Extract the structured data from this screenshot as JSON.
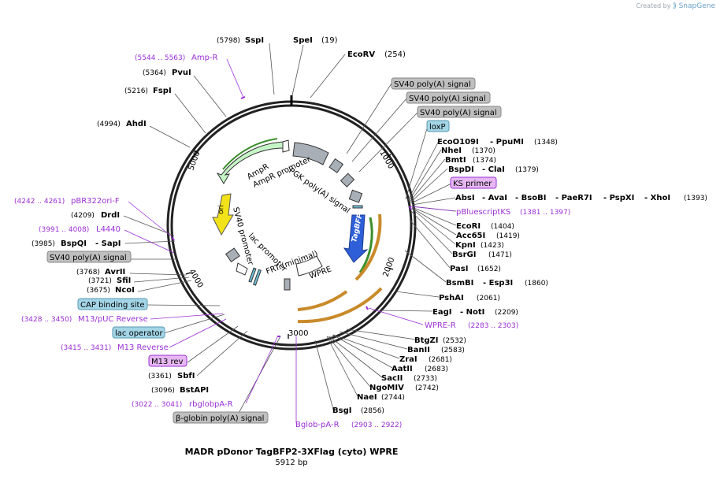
{
  "brand": {
    "created_by": "Created by",
    "app": "SnapGene"
  },
  "plasmid": {
    "name": "MADR pDonor TagBFP2-3XFlag (cyto) WPRE",
    "size_label": "5912 bp"
  },
  "ruler": [
    "1000",
    "2000",
    "3000",
    "4000",
    "5000"
  ],
  "colors": {
    "enzyme": "#000000",
    "primer": "#9b30d6",
    "misc_box": "#bfbfbf",
    "teal_box": "#a3d5e6",
    "purple_box": "#e6b7f2",
    "tagbfp": "#2e5fd8",
    "ori": "#f2e21a",
    "ampr": "#c6f5c6"
  },
  "features_inside": [
    {
      "name": "AmpR promoter",
      "curved": true
    },
    {
      "name": "AmpR",
      "curved": true
    },
    {
      "name": "PGK poly(A) signal",
      "curved": true
    },
    {
      "name": "ori",
      "curved": true
    },
    {
      "name": "TagBFP",
      "curved": true
    },
    {
      "name": "SV40 promoter",
      "curved": true
    },
    {
      "name": "lac promoter",
      "curved": true
    },
    {
      "name": "FRT (minimal)",
      "curved": true
    },
    {
      "name": "WPRE",
      "curved": true
    }
  ],
  "labels_right": [
    {
      "name": "SpeI",
      "pos": "(19)"
    },
    {
      "name": "EcoRV",
      "pos": "(254)"
    },
    {
      "name": "SV40 poly(A) signal",
      "box": "gray"
    },
    {
      "name": "SV40 poly(A) signal",
      "box": "gray"
    },
    {
      "name": "SV40 poly(A) signal",
      "box": "gray"
    },
    {
      "name": "loxP",
      "box": "teal"
    },
    {
      "name": "EcoO109I",
      "sep": "- PpuMI",
      "pos": "(1348)"
    },
    {
      "name": "NheI",
      "pos": "(1370)"
    },
    {
      "name": "BmtI",
      "pos": "(1374)"
    },
    {
      "name": "BspDI",
      "sep": "- ClaI",
      "pos": "(1379)"
    },
    {
      "name": "KS primer",
      "box": "purple"
    },
    {
      "name": "AbsI",
      "sep": "- AvaI - BsoBI - PaeR7I - PspXI - XhoI",
      "pos": "(1393)"
    },
    {
      "name": "pBluescriptKS",
      "range": "(1381 .. 1397)",
      "primer": true
    },
    {
      "name": "EcoRI",
      "pos": "(1404)"
    },
    {
      "name": "Acc65I",
      "pos": "(1419)"
    },
    {
      "name": "KpnI",
      "pos": "(1423)"
    },
    {
      "name": "BsrGI",
      "pos": "(1471)"
    },
    {
      "name": "PasI",
      "pos": "(1652)"
    },
    {
      "name": "BsmBI",
      "sep": "- Esp3I",
      "pos": "(1860)"
    },
    {
      "name": "PshAI",
      "pos": "(2061)"
    },
    {
      "name": "EagI",
      "sep": "- NotI",
      "pos": "(2209)"
    },
    {
      "name": "WPRE-R",
      "range": "(2283 .. 2303)",
      "primer": true
    },
    {
      "name": "BtgZI",
      "pos": "(2532)"
    },
    {
      "name": "BanII",
      "pos": "(2583)"
    },
    {
      "name": "ZraI",
      "pos": "(2681)"
    },
    {
      "name": "AatII",
      "pos": "(2683)"
    },
    {
      "name": "SacII",
      "pos": "(2733)"
    },
    {
      "name": "NgoMIV",
      "pos": "(2742)"
    },
    {
      "name": "NaeI",
      "pos": "(2744)"
    },
    {
      "name": "BsgI",
      "pos": "(2856)"
    },
    {
      "name": "Bglob-pA-R",
      "range": "(2903 .. 2922)",
      "primer": true
    }
  ],
  "labels_left": [
    {
      "name": "SspI",
      "pos": "(5798)"
    },
    {
      "name": "Amp-R",
      "range": "(5544 .. 5563)",
      "primer": true
    },
    {
      "name": "PvuI",
      "pos": "(5364)"
    },
    {
      "name": "FspI",
      "pos": "(5216)"
    },
    {
      "name": "AhdI",
      "pos": "(4994)"
    },
    {
      "name": "pBR322ori-F",
      "range": "(4242 .. 4261)",
      "primer": true
    },
    {
      "name": "DrdI",
      "pos": "(4209)"
    },
    {
      "name": "L4440",
      "range": "(3991 .. 4008)",
      "primer": true
    },
    {
      "name": "BspQI",
      "sep": "- SapI",
      "pos": "(3985)"
    },
    {
      "name": "SV40 poly(A) signal",
      "box": "gray"
    },
    {
      "name": "AvrII",
      "pos": "(3768)"
    },
    {
      "name": "SfiI",
      "pos": "(3721)"
    },
    {
      "name": "NcoI",
      "pos": "(3675)"
    },
    {
      "name": "CAP binding site",
      "box": "teal"
    },
    {
      "name": "M13/pUC Reverse",
      "range": "(3428 .. 3450)",
      "primer": true
    },
    {
      "name": "lac operator",
      "box": "teal"
    },
    {
      "name": "M13 Reverse",
      "range": "(3415 .. 3431)",
      "primer": true
    },
    {
      "name": "M13 rev",
      "box": "purple"
    },
    {
      "name": "SbfI",
      "pos": "(3361)"
    },
    {
      "name": "BstAPI",
      "pos": "(3096)"
    },
    {
      "name": "rbglobpA-R",
      "range": "(3022 .. 3041)",
      "primer": true
    },
    {
      "name": "β-globin poly(A) signal",
      "box": "gray"
    }
  ]
}
